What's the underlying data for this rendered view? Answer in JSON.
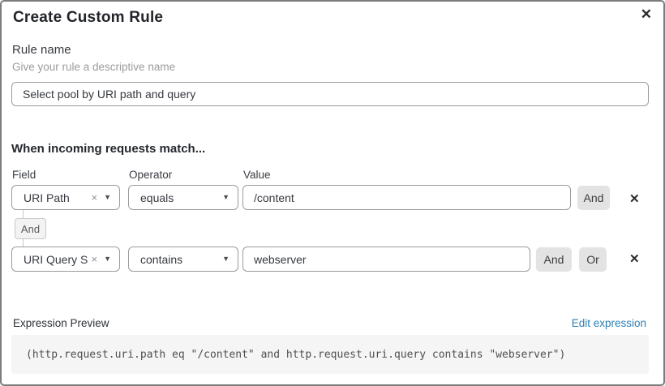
{
  "dialog": {
    "title": "Create Custom Rule"
  },
  "icons": {
    "close": "✕",
    "clear": "×",
    "caret": "▼",
    "delete_row": "✕"
  },
  "rule_name": {
    "label": "Rule name",
    "description": "Give your rule a descriptive name",
    "value": "Select pool by URI path and query"
  },
  "match_section": {
    "heading": "When incoming requests match...",
    "columns": {
      "field": "Field",
      "operator": "Operator",
      "value": "Value"
    },
    "connector_label": "And",
    "and_button": "And",
    "or_button": "Or",
    "rows": [
      {
        "field": "URI Path",
        "operator": "equals",
        "value": "/content"
      },
      {
        "field": "URI Query St...",
        "operator": "contains",
        "value": "webserver"
      }
    ]
  },
  "expression_preview": {
    "label": "Expression Preview",
    "edit_link": "Edit expression",
    "expression": "(http.request.uri.path eq \"/content\" and http.request.uri.query contains \"webserver\")"
  },
  "colors": {
    "link_blue": "#2e80b5",
    "button_gray": "#e3e3e3",
    "code_background": "#f5f5f5",
    "border_gray": "#9b9b9b"
  }
}
